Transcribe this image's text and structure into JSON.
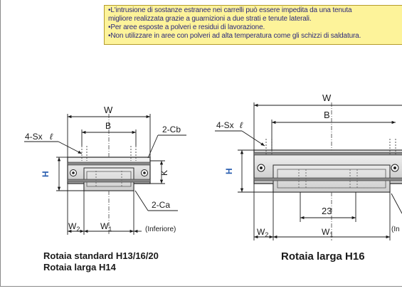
{
  "notes": [
    "•L'intrusione di sostanze estranee nei carrelli può essere impedita da una tenuta",
    " migliore realizzata grazie a guarnizioni a due strati e tenute laterali.",
    "•Per aree esposte a polveri e residui di lavorazione.",
    "•Non utilizzare in aree con polveri ad alta temperatura come gli schizzi di saldatura."
  ],
  "left_diagram": {
    "dim_w": "W",
    "dim_b": "B",
    "holes": "4-Sx",
    "holes_suffix": "ℓ",
    "chamfer_top": "2-Cb",
    "dim_k": "K",
    "dim_h": "H",
    "chamfer_bottom": "2-Ca",
    "bottom_note": "(Inferiore)",
    "dim_w2": "W",
    "dim_w2_sub": "2",
    "dim_w1": "W",
    "dim_w1_sub": "1",
    "caption_line1": "Rotaia standard H13/16/20",
    "caption_line2": "Rotaia larga H14"
  },
  "right_diagram": {
    "dim_w": "W",
    "dim_b": "B",
    "holes": "4-Sx",
    "holes_suffix": "ℓ",
    "dim_h": "H",
    "dim_23": "23",
    "bottom_note_partial": "(In",
    "dim_w2": "W",
    "dim_w2_sub": "2",
    "dim_w1": "W",
    "dim_w1_sub": "1",
    "caption": "Rotaia larga H16"
  },
  "colors": {
    "note_bg": "#fdf39a",
    "note_text": "#2c2a7a",
    "dimension_blue": "#2b5fb0",
    "line": "#1a1a1a"
  }
}
